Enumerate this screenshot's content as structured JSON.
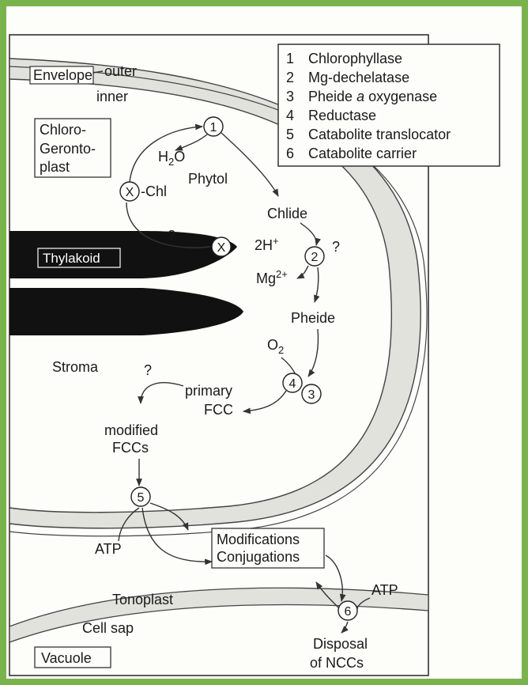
{
  "colors": {
    "frame": "#79b44a",
    "membrane": "#e2e2dc",
    "thylakoid": "#111111",
    "ink": "#1a1a1a"
  },
  "legend": {
    "items": [
      {
        "num": "1",
        "label": "Chlorophyllase",
        "label_italic_part": ""
      },
      {
        "num": "2",
        "label": "Mg-dechelatase",
        "label_italic_part": ""
      },
      {
        "num": "3",
        "label_pre": "Pheide ",
        "label_italic_part": "a",
        "label_post": " oxygenase"
      },
      {
        "num": "4",
        "label": "Reductase",
        "label_italic_part": ""
      },
      {
        "num": "5",
        "label": "Catabolite translocator",
        "label_italic_part": ""
      },
      {
        "num": "6",
        "label": "Catabolite carrier",
        "label_italic_part": ""
      }
    ]
  },
  "labels": {
    "envelope": "Envelope",
    "outer": "outer",
    "inner": "inner",
    "chloro": "Chloro-",
    "geronto": "Geronto-",
    "plast": "plast",
    "thylakoid": "Thylakoid",
    "stroma": "Stroma",
    "h2o_main": "H",
    "h2o_sub": "2",
    "h2o_end": "O",
    "phytol": "Phytol",
    "x_chl_x": "X",
    "x_chl": "-Chl",
    "x_free": "X",
    "question_1": "?",
    "chlide": "Chlide",
    "two_h_main": "2H",
    "two_h_sup": "+",
    "question_2": "?",
    "mg_main": "Mg",
    "mg_sup": "2+",
    "pheide": "Pheide",
    "o2_main": "O",
    "o2_sub": "2",
    "question_3": "?",
    "primary": "primary",
    "fcc": "FCC",
    "modified": "modified",
    "fccs": "FCCs",
    "atp_left": "ATP",
    "modifications": "Modifications",
    "conjugations": "Conjugations",
    "atp_right": "ATP",
    "tonoplast": "Tonoplast",
    "cell_sap": "Cell sap",
    "vacuole": "Vacuole",
    "disposal": "Disposal",
    "of_nccs": "of NCCs"
  },
  "steps": [
    "1",
    "2",
    "3",
    "4",
    "5",
    "6"
  ]
}
